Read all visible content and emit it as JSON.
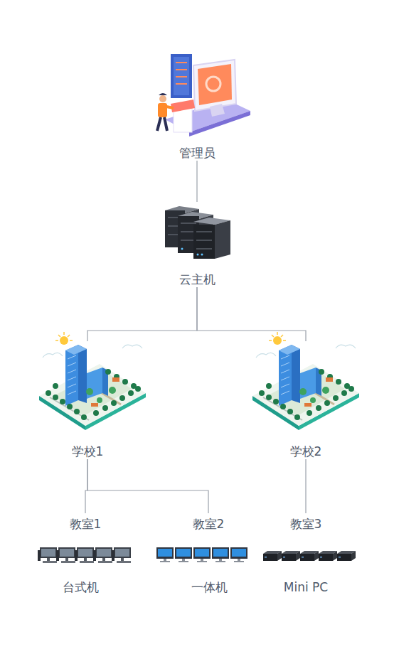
{
  "diagram": {
    "nodes": [
      {
        "text": [
          "管理员"
        ]
      },
      {
        "text": [
          "云主机"
        ]
      },
      {
        "text": [
          "学校1"
        ]
      },
      {
        "text": [
          "学校2"
        ]
      },
      {
        "text": [
          "教室1"
        ]
      },
      {
        "text": [
          "教室2"
        ]
      },
      {
        "text": [
          "教室3"
        ]
      },
      {
        "text": [
          "台式机"
        ]
      },
      {
        "text": [
          "一体机"
        ]
      },
      {
        "text": [
          "Mini PC"
        ]
      }
    ],
    "edges": [
      {
        "from": 0,
        "to": 1,
        "arrow": "none"
      },
      {
        "from": 1,
        "to": 2,
        "arrow": "none"
      },
      {
        "from": 1,
        "to": 3,
        "arrow": "none"
      },
      {
        "from": 2,
        "to": 4,
        "arrow": "none"
      },
      {
        "from": 2,
        "to": 5,
        "arrow": "none"
      },
      {
        "from": 3,
        "to": 6,
        "arrow": "none"
      }
    ]
  }
}
